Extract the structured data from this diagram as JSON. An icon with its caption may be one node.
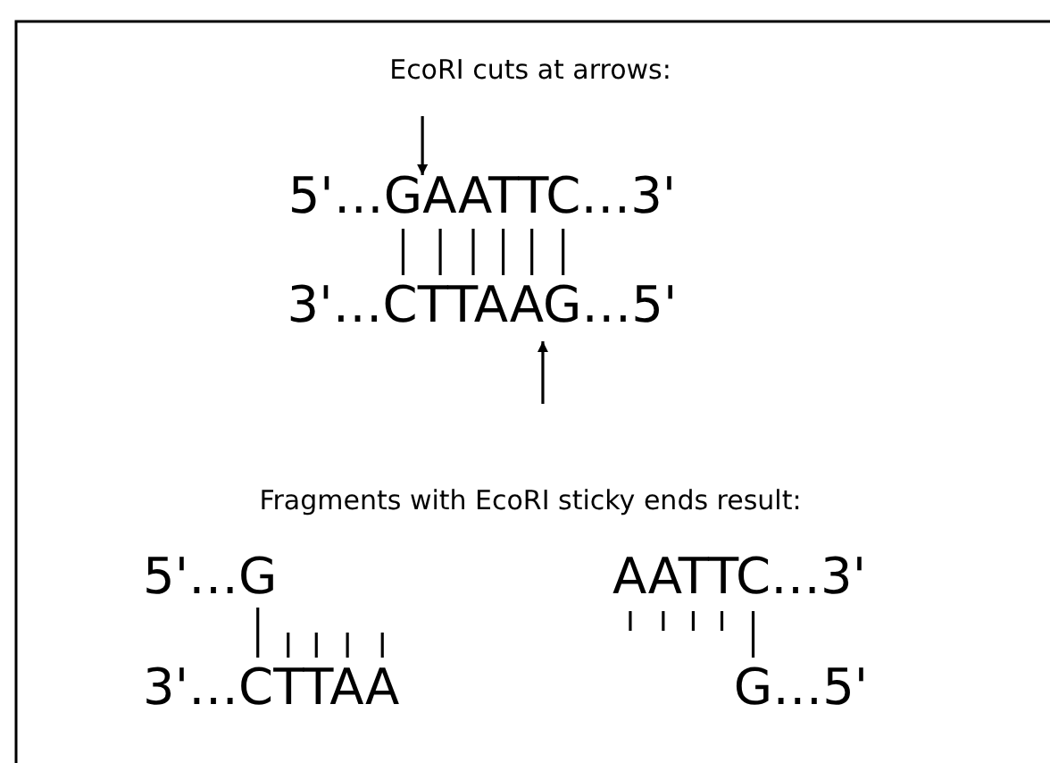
{
  "diagram": {
    "labels": [
      "EcoRI cuts at arrows:",
      "5'…GAATTC…3'",
      "3'…CTTAAG…5'",
      "Fragments with EcoRI sticky ends result:",
      "5'…G",
      "AATTC…3'",
      "3'…CTTAA",
      "G…5'"
    ]
  }
}
